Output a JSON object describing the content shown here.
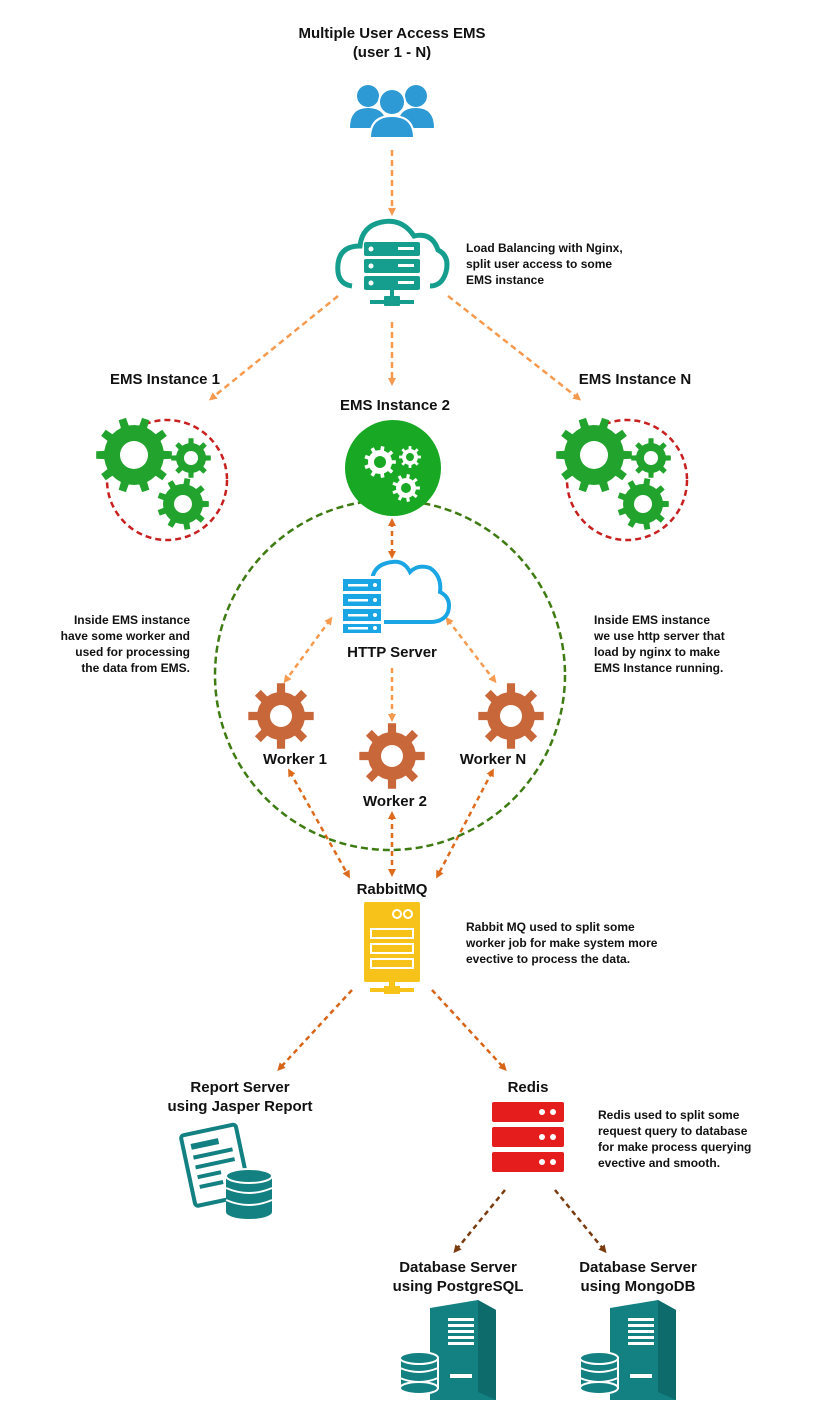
{
  "users": {
    "title_line1": "Multiple User Access EMS",
    "title_line2": "(user 1 - N)"
  },
  "load_balancer": {
    "note_line1": "Load Balancing with Nginx,",
    "note_line2": "split user access to some",
    "note_line3": "EMS instance"
  },
  "instances": [
    {
      "label": "EMS Instance 1"
    },
    {
      "label": "EMS Instance 2"
    },
    {
      "label": "EMS Instance N"
    }
  ],
  "left_note": {
    "line1": "Inside EMS instance",
    "line2": "have some worker and",
    "line3": "used for processing",
    "line4": "the data from EMS."
  },
  "right_note": {
    "line1": "Inside EMS instance",
    "line2": "we use http server that",
    "line3": "load by nginx to make",
    "line4": "EMS Instance running."
  },
  "http_server": {
    "label": "HTTP Server"
  },
  "workers": [
    {
      "label": "Worker 1"
    },
    {
      "label": "Worker 2"
    },
    {
      "label": "Worker N"
    }
  ],
  "rabbitmq": {
    "label": "RabbitMQ",
    "note_line1": "Rabbit MQ used to split some",
    "note_line2": "worker job for make system more",
    "note_line3": "evective to process the data."
  },
  "report_server": {
    "line1": "Report Server",
    "line2": "using Jasper Report"
  },
  "redis": {
    "label": "Redis",
    "note_line1": "Redis used to split some",
    "note_line2": "request query to database",
    "note_line3": "for make process querying",
    "note_line4": "evective and smooth."
  },
  "db_postgres": {
    "line1": "Database Server",
    "line2": "using PostgreSQL"
  },
  "db_mongo": {
    "line1": "Database Server",
    "line2": "using MongoDB"
  },
  "colors": {
    "users_blue": "#2d9ad6",
    "teal": "#159e8d",
    "dark_teal": "#138082",
    "green_gear": "#22a32d",
    "instance_green": "#18a823",
    "red_dash": "#c81f1f",
    "green_dash": "#3e7b12",
    "orange_arrow": "#f59a4f",
    "dark_orange_arrow": "#de6b1d",
    "brown_arrow": "#8b4513",
    "http_blue": "#1aa5e4",
    "worker_brown": "#c8673a",
    "rabbit_yellow": "#f7c21a",
    "redis_red": "#e51d1d"
  }
}
